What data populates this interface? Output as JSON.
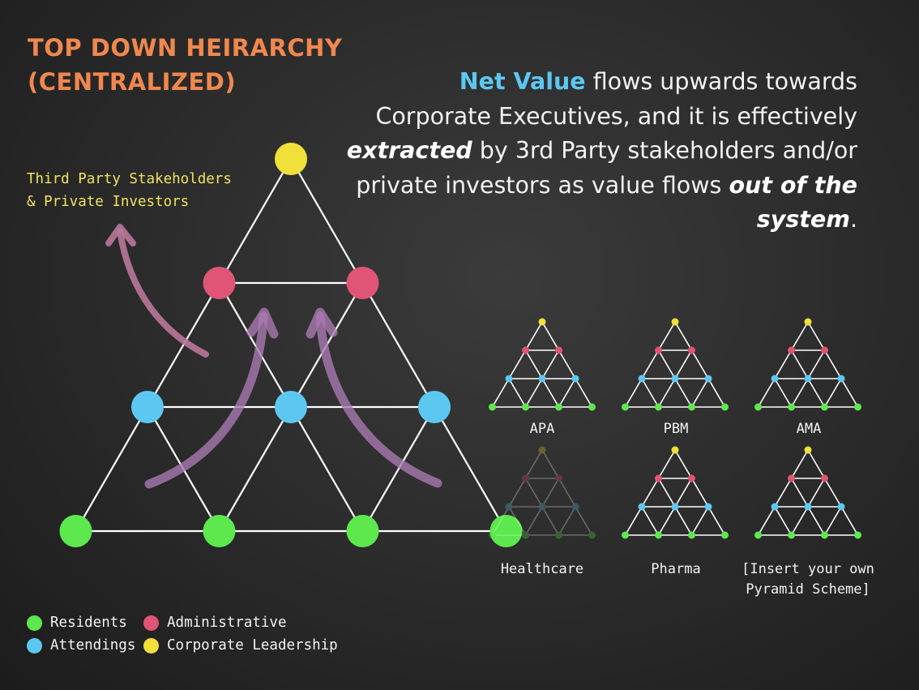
{
  "title": {
    "line1": "TOP DOWN HEIRARCHY",
    "line2": "(CENTRALIZED)"
  },
  "description": {
    "highlight": "Net Value",
    "part1": " flows upwards towards Corporate Executives, and it is effectively ",
    "emph1": "extracted",
    "part2": " by 3rd Party stakeholders and/or private investors as value flows ",
    "emph2": "out of the system",
    "part3": "."
  },
  "stakeholders_label": {
    "line1": "Third Party Stakeholders",
    "line2": "& Private Investors"
  },
  "pyramids": [
    {
      "label": "APA",
      "faded": false
    },
    {
      "label": "PBM",
      "faded": false
    },
    {
      "label": "AMA",
      "faded": false
    },
    {
      "label": "Healthcare",
      "faded": true
    },
    {
      "label": "Pharma",
      "faded": false
    },
    {
      "label": "[Insert your own Pyramid Scheme]",
      "line1": "[Insert your own",
      "line2": "Pyramid Scheme]",
      "faded": false
    }
  ],
  "legend": [
    {
      "label": "Residents",
      "color": "#5de84e"
    },
    {
      "label": "Administrative",
      "color": "#e05475"
    },
    {
      "label": "Attendings",
      "color": "#5cc8f2"
    },
    {
      "label": "Corporate Leadership",
      "color": "#f1e03a"
    }
  ],
  "colors": {
    "residents": "#5de84e",
    "attendings": "#5cc8f2",
    "administrative": "#e05475",
    "leadership": "#f1e03a",
    "arrow_pink": "#b9779a",
    "arrow_purple": "#a979b0",
    "title_orange": "#f0884e",
    "highlight_blue": "#5cc8f2",
    "stakeholder_yellow": "#f1e35a"
  }
}
